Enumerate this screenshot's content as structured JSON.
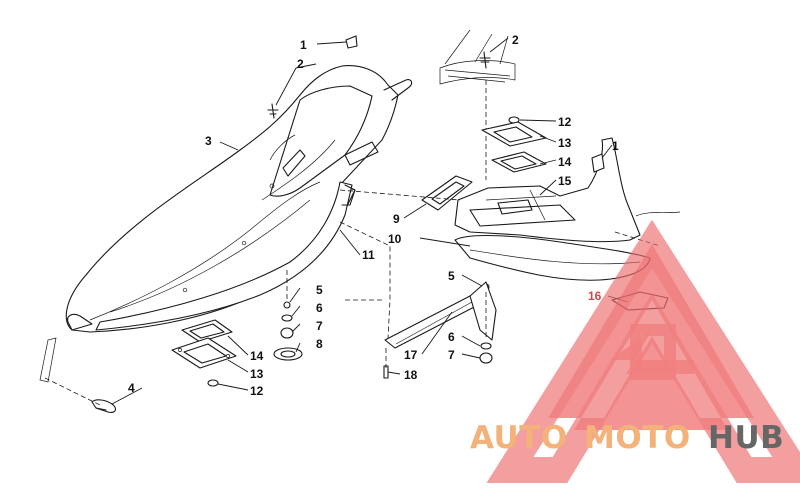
{
  "callouts": [
    {
      "id": "c1a",
      "text": "1"
    },
    {
      "id": "c2a",
      "text": "2"
    },
    {
      "id": "c3",
      "text": "3"
    },
    {
      "id": "c4",
      "text": "4"
    },
    {
      "id": "c5a",
      "text": "5"
    },
    {
      "id": "c6a",
      "text": "6"
    },
    {
      "id": "c7a",
      "text": "7"
    },
    {
      "id": "c8",
      "text": "8"
    },
    {
      "id": "c14a",
      "text": "14"
    },
    {
      "id": "c13a",
      "text": "13"
    },
    {
      "id": "c12a",
      "text": "12"
    },
    {
      "id": "c11",
      "text": "11"
    },
    {
      "id": "c9",
      "text": "9"
    },
    {
      "id": "c10",
      "text": "10"
    },
    {
      "id": "c2b",
      "text": "2"
    },
    {
      "id": "c12b",
      "text": "12"
    },
    {
      "id": "c13b",
      "text": "13"
    },
    {
      "id": "c14b",
      "text": "14"
    },
    {
      "id": "c15",
      "text": "15"
    },
    {
      "id": "c1b",
      "text": "1"
    },
    {
      "id": "c5b",
      "text": "5"
    },
    {
      "id": "c16",
      "text": "16"
    },
    {
      "id": "c17",
      "text": "17"
    },
    {
      "id": "c6b",
      "text": "6"
    },
    {
      "id": "c7b",
      "text": "7"
    },
    {
      "id": "c18",
      "text": "18"
    }
  ],
  "watermark": {
    "part1": "AUTO",
    "part2": "MOTO",
    "part3": "HUB",
    "color_part1": "#f2b27a",
    "color_part2": "#f2b27a",
    "color_part3": "#666666",
    "logo_color": "#ee6a6a"
  }
}
